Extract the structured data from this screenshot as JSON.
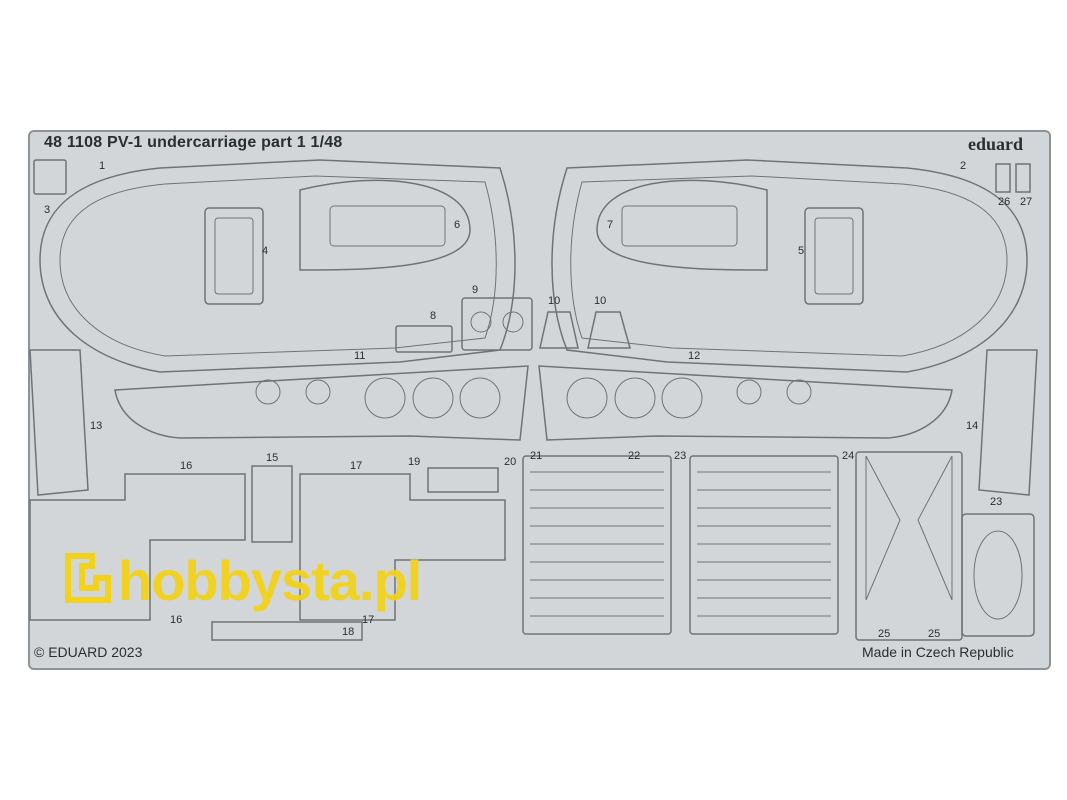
{
  "header": {
    "title": "48 1108 PV-1 undercarriage   part 1   1/48",
    "brand": "eduard"
  },
  "footer": {
    "copyright": "© EDUARD 2023",
    "origin": "Made in Czech Republic"
  },
  "watermark": {
    "text": "hobbysta.pl",
    "color": "#f2d21b"
  },
  "part_numbers": {
    "p1": "1",
    "p2": "2",
    "p3": "3",
    "p4": "4",
    "p5": "5",
    "p6": "6",
    "p7": "7",
    "p8": "8",
    "p9": "9",
    "p10a": "10",
    "p10b": "10",
    "p11": "11",
    "p12": "12",
    "p13": "13",
    "p14": "14",
    "p15": "15",
    "p16a": "16",
    "p16b": "16",
    "p17a": "17",
    "p17b": "17",
    "p18": "18",
    "p19": "19",
    "p20": "20",
    "p21": "21",
    "p22": "22",
    "p23a": "23",
    "p23b": "23",
    "p24": "24",
    "p25a": "25",
    "p25b": "25",
    "p26": "26",
    "p27": "27"
  },
  "colors": {
    "fret": "#d3d6d9",
    "outline": "#8e9296",
    "ink": "#2b2d30"
  }
}
